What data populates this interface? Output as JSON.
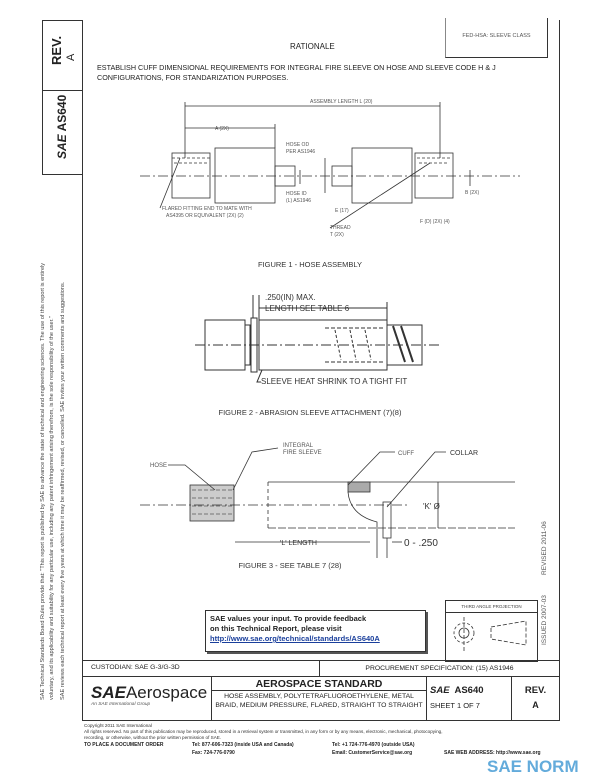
{
  "side": {
    "rev_label": "REV.",
    "rev_value": "A",
    "doc_logo": "SAE",
    "doc_number": "AS640",
    "disclaimer_1": "SAE Technical Standards Board Rules provide that: \"This report is published by SAE to advance the state of technical and engineering sciences. The use of this report is entirely",
    "disclaimer_2": "voluntary, and its applicability and suitability for any particular use, including any patent infringement arising therefrom, is the sole responsibility of the user.\"",
    "disclaimer_3": "SAE reviews each technical report at least every five years at which time it may be reaffirmed, revised, or cancelled. SAE invites your written comments and suggestions.",
    "issued": "ISSUED 2007-03",
    "revised": "REVISED 2011-06"
  },
  "header": {
    "top_box": "FED-HSA: SLEEVE CLASS",
    "rationale_title": "RATIONALE",
    "rationale_text": "ESTABLISH CUFF DIMENSIONAL REQUIREMENTS FOR INTEGRAL FIRE SLEEVE ON HOSE AND SLEEVE CODE H & J CONFIGURATIONS, FOR STANDARIZATION PURPOSES."
  },
  "figure1": {
    "caption": "FIGURE 1 - HOSE ASSEMBLY",
    "labels": {
      "assembly_length": "ASSEMBLY LENGTH L (20)",
      "a": "A (2X)",
      "hose_od": "HOSE OD",
      "per": "PER AS1946",
      "hose_id": "HOSE ID",
      "per2": "(L) AS1946",
      "flared": "FLARED FITTING END TO MATE WITH",
      "flared2": "AS4395 OR EQUIVALENT (2X) (2)",
      "e": "E (17)",
      "thread": "THREAD",
      "thread2": "T (2X)",
      "f": "F (D) (2X) (4)",
      "b": "B (2X)"
    }
  },
  "figure2": {
    "caption": "FIGURE 2 - ABRASION SLEEVE ATTACHMENT (7)(8)",
    "max": ".250(IN) MAX.",
    "length": "LENGTH SEE TABLE 6",
    "sleeve": "SLEEVE HEAT SHRINK TO A TIGHT FIT"
  },
  "figure3": {
    "caption": "FIGURE 3 - SEE TABLE 7 (28)",
    "hose": "HOSE",
    "integral": "INTEGRAL",
    "fire_sleeve": "FIRE SLEEVE",
    "cuff": "CUFF",
    "collar": "COLLAR",
    "k": "'K' Ø",
    "l_length": "'L' LENGTH",
    "range": "0 - .250"
  },
  "feedback": {
    "line1": "SAE values your input. To provide feedback",
    "line2": "on this Technical Report, please visit",
    "link": "http://www.sae.org/technical/standards/AS640A"
  },
  "projection": {
    "title": "THIRD ANGLE PROJECTION"
  },
  "title_block": {
    "custodian": "CUSTODIAN: SAE G-3/G-3D",
    "procurement": "PROCUREMENT SPECIFICATION: (15) AS1946",
    "logo_sae": "SAE",
    "logo_aerospace": "Aerospace",
    "logo_sub": "An SAE International Group",
    "standard": "AEROSPACE STANDARD",
    "title": "HOSE ASSEMBLY, POLYTETRAFLUOROETHYLENE, METAL BRAID, MEDIUM PRESSURE, FLARED, STRAIGHT TO STRAIGHT",
    "doc_logo": "SAE",
    "doc_number": "AS640",
    "sheet": "SHEET 1 OF 7",
    "rev_label": "REV.",
    "rev_value": "A"
  },
  "footer": {
    "copyright": "Copyright 2011 SAE International",
    "rights": "All rights reserved. No part of this publication may be reproduced, stored in a retrieval system or transmitted, in any form or by any means, electronic, mechanical, photocopying,",
    "rights2": "recording, or otherwise, without the prior written permission of SAE.",
    "order": "TO PLACE A DOCUMENT ORDER",
    "tel1": "Tel: 877-606-7323 (inside USA and Canada)",
    "fax": "Fax: 724-776-0790",
    "tel2": "Tel: +1 724-776-4970 (outside USA)",
    "email": "Email: CustomerService@sae.org",
    "web": "SAE WEB ADDRESS: http://www.sae.org",
    "watermark": "SAE NORM"
  }
}
